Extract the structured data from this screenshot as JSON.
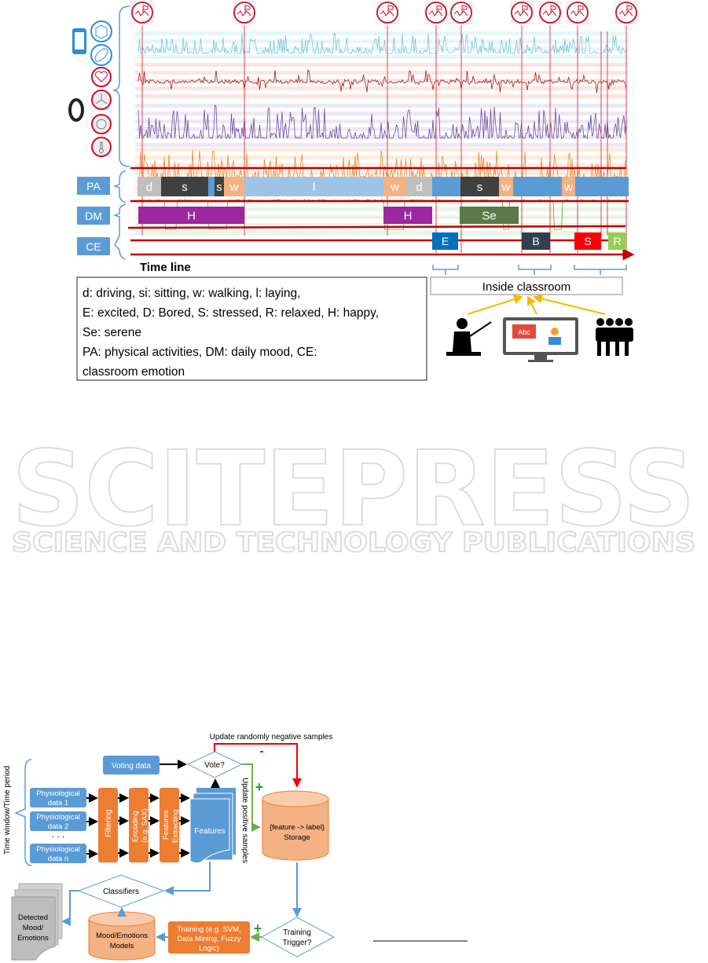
{
  "figure1": {
    "rows": {
      "pa": "PA",
      "dm": "DM",
      "ce": "CE"
    },
    "pa_segments": [
      {
        "label": "d",
        "color": "#bfbfbf"
      },
      {
        "label": "s",
        "color": "#404040"
      },
      {
        "label": "s",
        "color": "#404040"
      },
      {
        "label": "w",
        "color": "#f4b183"
      },
      {
        "label": "l",
        "color": "#9dc3e6"
      },
      {
        "label": "w",
        "color": "#f4b183"
      },
      {
        "label": "d",
        "color": "#bfbfbf"
      },
      {
        "label": "s",
        "color": "#404040"
      },
      {
        "label": "w",
        "color": "#f4b183"
      },
      {
        "label": "w",
        "color": "#f4b183"
      }
    ],
    "dm_segments": [
      {
        "label": "H",
        "color": "#9c27a0"
      },
      {
        "label": "H",
        "color": "#9c27a0"
      },
      {
        "label": "Se",
        "color": "#5a7a4a"
      }
    ],
    "ce_segments": [
      {
        "label": "E",
        "color": "#0070c0"
      },
      {
        "label": "B",
        "color": "#333f50"
      },
      {
        "label": "S",
        "color": "#ff0000"
      },
      {
        "label": "R",
        "color": "#92d050"
      }
    ],
    "timeline_label": "Time line",
    "classroom_label": "Inside classroom",
    "legend": [
      "d: driving, si: sitting, w: walking, l: laying,",
      "E: excited, D: Bored, S: stressed, R: relaxed, H: happy,",
      "Se: serene",
      "PA: physical activities, DM: daily mood, CE:",
      "classroom emotion"
    ],
    "icons": [
      "phone-icon",
      "accelerometer-icon",
      "gyroscope-icon",
      "heart-icon",
      "smartband-icon",
      "axis-icon",
      "face-icon",
      "thermometer-icon",
      "flag-icon",
      "teacher-icon",
      "screen-icon",
      "students-icon"
    ],
    "abc_text": "Abc"
  },
  "watermark": {
    "title": "SCITEPRESS",
    "subtitle": "SCIENCE AND TECHNOLOGY PUBLICATIONS"
  },
  "figure2": {
    "update_negative": "Update randomly negative samples",
    "minus": "-",
    "plus": "+",
    "voting_data": "Voting data",
    "vote": "Vote?",
    "update_positive": "Update positive samples",
    "time_window": "Time window/Time period",
    "physio": [
      [
        "Physiological",
        "data 1"
      ],
      [
        "Physiological",
        "data 2"
      ],
      [
        "Physiological",
        "data n"
      ]
    ],
    "dots": ". . .",
    "filtering": "Filtering",
    "encoding": [
      "Encoding",
      "(e.g. SAX)"
    ],
    "features_extracting": [
      "Features",
      "Extracting"
    ],
    "features": "Features",
    "storage": [
      "{feature -> label}",
      "Storage"
    ],
    "classifiers": "Classifiers",
    "detected": [
      "Detected",
      "Mood/",
      "Emotions"
    ],
    "models": [
      "Mood/Emotions",
      "Models"
    ],
    "training": [
      "Training (e.g. SVM,",
      "Data Mining, Fuzzy",
      "Logic)"
    ],
    "trigger": [
      "Training",
      "Trigger?"
    ]
  }
}
